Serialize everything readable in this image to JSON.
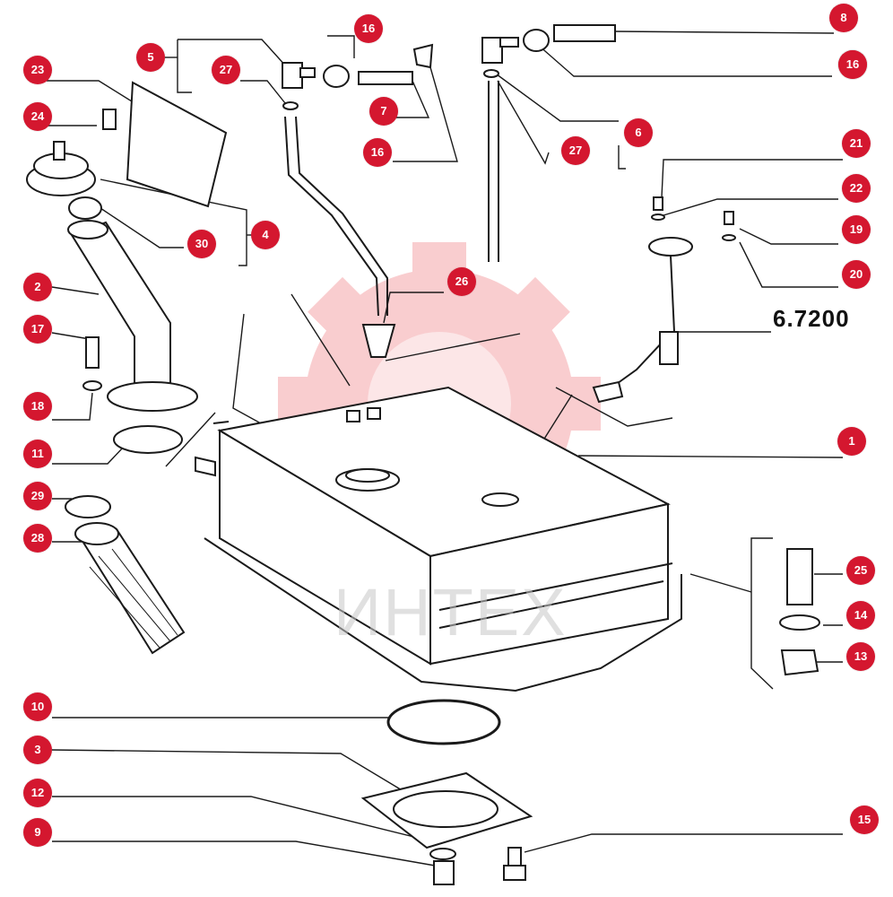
{
  "diagram": {
    "assembly_code": "6.7200",
    "watermark_text": "ИНТЕХ",
    "marker_color": "#d4172f",
    "line_color": "#1a1a1a",
    "watermark_color": "#e8202a",
    "callouts": [
      "1",
      "2",
      "3",
      "4",
      "5",
      "6",
      "7",
      "8",
      "9",
      "10",
      "11",
      "12",
      "13",
      "14",
      "15",
      "16",
      "16",
      "16",
      "16",
      "17",
      "18",
      "19",
      "20",
      "21",
      "22",
      "23",
      "24",
      "25",
      "26",
      "27",
      "27",
      "28",
      "29",
      "30"
    ]
  }
}
